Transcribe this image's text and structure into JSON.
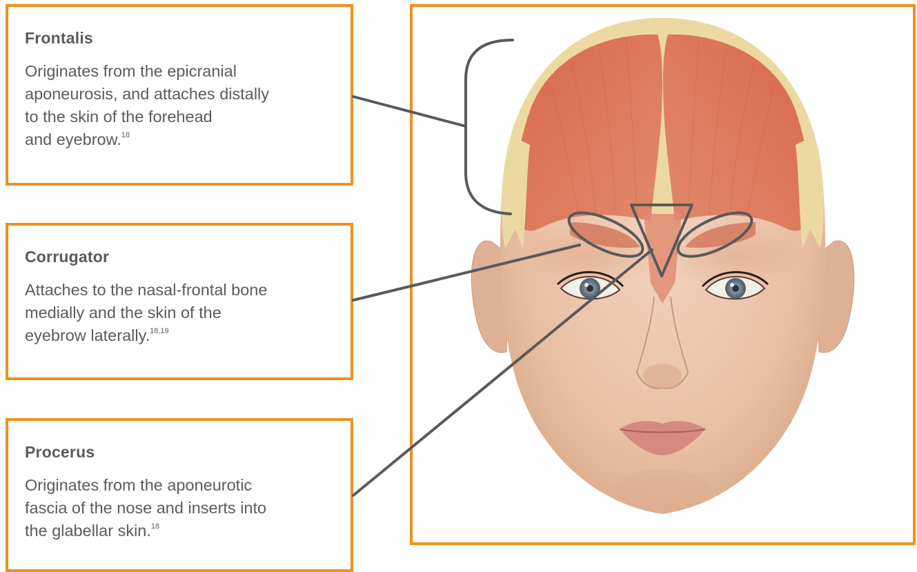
{
  "labels": {
    "frontalis": {
      "title": "Frontalis",
      "line1": "Originates from the epicranial",
      "line2": "aponeurosis, and attaches distally",
      "line3": "to the skin of the forehead",
      "line4": "and eyebrow.",
      "ref": "18"
    },
    "corrugator": {
      "title": "Corrugator",
      "line1": "Attaches to the nasal-frontal bone",
      "line2": "medially and the skin of the",
      "line3": "eyebrow laterally.",
      "ref": "18,19"
    },
    "procerus": {
      "title": "Procerus",
      "line1": "Originates from the aponeurotic",
      "line2": "fascia of the nose and inserts into",
      "line3": "the glabellar skin.",
      "ref": "18"
    }
  },
  "colors": {
    "frame": "#f0901e",
    "leader": "#58595b",
    "muscle": "#d8765a",
    "skin": "#ecc6ad",
    "hair": "#ecd9a2"
  }
}
